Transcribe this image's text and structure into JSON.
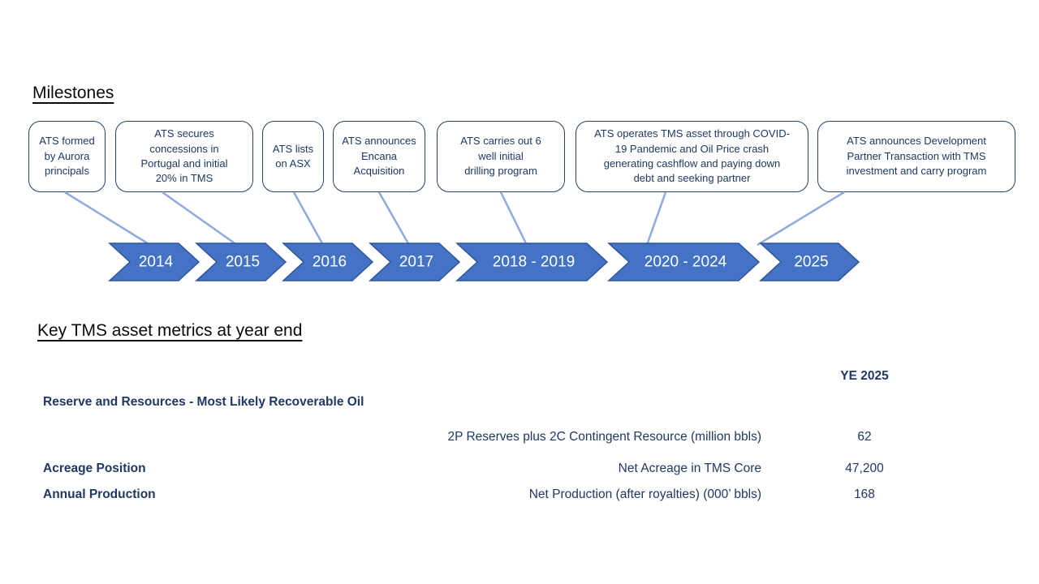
{
  "headings": {
    "milestones": "Milestones",
    "metrics": "Key TMS asset metrics at year end"
  },
  "timeline": {
    "items": [
      {
        "year": "2014",
        "callout": "ATS formed\nby Aurora\nprincipals"
      },
      {
        "year": "2015",
        "callout": "ATS secures\nconcessions in\nPortugal and initial\n20% in TMS"
      },
      {
        "year": "2016",
        "callout": "ATS lists\non ASX"
      },
      {
        "year": "2017",
        "callout": "ATS announces\nEncana\nAcquisition"
      },
      {
        "year": "2018 - 2019",
        "callout": "ATS carries out 6\nwell initial\ndrilling program"
      },
      {
        "year": "2020 - 2024",
        "callout": "ATS operates TMS asset through COVID-\n19 Pandemic and Oil Price crash\ngenerating cashflow and paying down\ndebt and seeking partner"
      },
      {
        "year": "2025",
        "callout": "ATS announces Development\nPartner Transaction with TMS\ninvestment and carry program"
      }
    ]
  },
  "metrics_table": {
    "value_column_header": "YE 2025",
    "rows": [
      {
        "category": "Reserve and Resources - Most Likely Recoverable Oil",
        "metric": "",
        "value": ""
      },
      {
        "category": "",
        "metric": "2P Reserves plus 2C Contingent Resource (million bbls)",
        "value": "62"
      },
      {
        "category": "Acreage Position",
        "metric": "Net Acreage in TMS Core",
        "value": "47,200"
      },
      {
        "category": "Annual Production",
        "metric": "Net Production (after royalties) (000’ bbls)",
        "value": "168"
      }
    ]
  },
  "colors": {
    "chevron_fill": "#4472c4",
    "chevron_border": "#2f5597",
    "chevron_text": "#ffffff",
    "connector": "#8faadc",
    "callout_border": "#24406b",
    "dark_text": "#1f3864"
  }
}
